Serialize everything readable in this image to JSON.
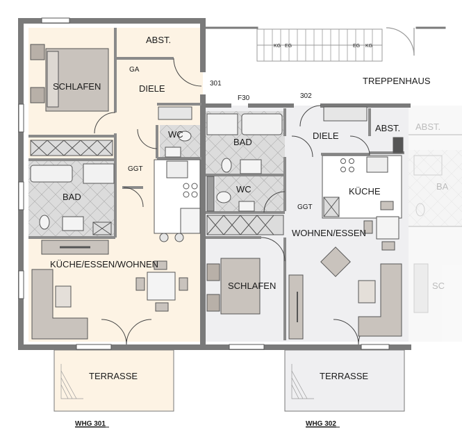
{
  "plan": {
    "apartments": [
      {
        "id": "whg301",
        "caption": "WHG 301",
        "number": "301",
        "fill": "#fdf3e4"
      },
      {
        "id": "whg302",
        "caption": "WHG 302",
        "number": "302",
        "fill": "#efeff1"
      }
    ],
    "rooms": {
      "schlafen_301": "SCHLAFEN",
      "abst_301": "ABST.",
      "ga_301": "GA",
      "diele_301": "DIELE",
      "wc_301": "WC",
      "ggt_301": "GGT",
      "bad_301": "BAD",
      "kueche_essen_wohnen_301": "KÜCHE/ESSEN/WOHNEN",
      "terrasse_301": "TERRASSE",
      "treppenhaus": "TREPPENHAUS",
      "f30": "F30",
      "bad_302": "BAD",
      "diele_302": "DIELE",
      "abst_302": "ABST.",
      "wc_302": "WC",
      "kueche_302": "KÜCHE",
      "ggt_302": "GGT",
      "wohnen_essen_302": "WOHNEN/ESSEN",
      "schlafen_302": "SCHLAFEN",
      "terrasse_302": "TERRASSE",
      "abst_neighbour": "ABST.",
      "ba_neighbour": "BA",
      "sc_neighbour": "SC"
    },
    "stair_marks": [
      "KG",
      "EG",
      "EG",
      "KG"
    ],
    "colors": {
      "wall": "#7a7a7a",
      "wall_dark": "#3c3c3c",
      "tile_fill": "#dcdcdc",
      "furniture": "#c9c3bd",
      "furniture_dark": "#8c847c",
      "ghost": "#d6d6d6"
    }
  }
}
